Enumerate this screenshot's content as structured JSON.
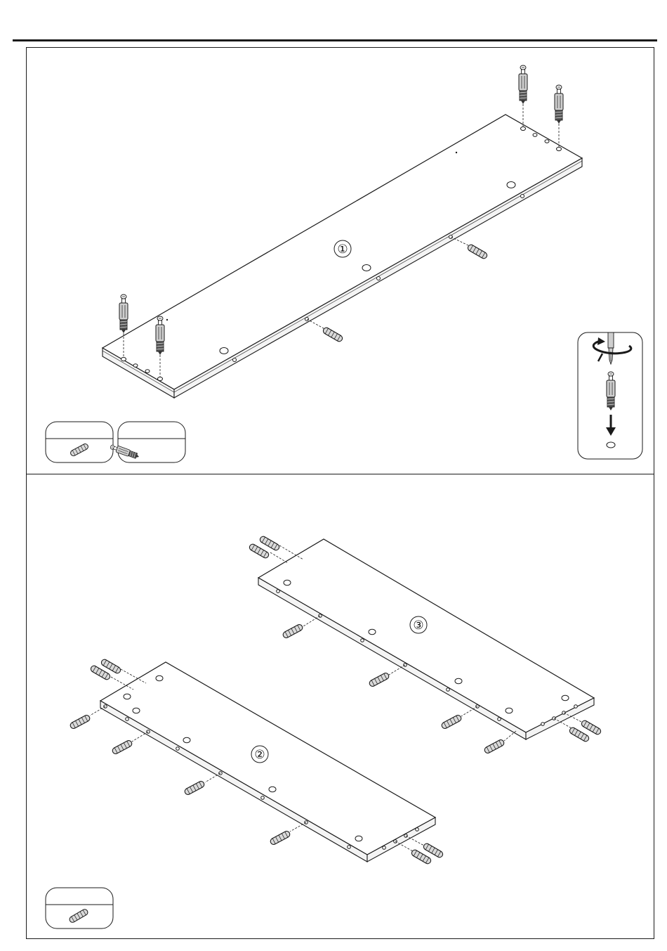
{
  "figure": {
    "type": "assembly-instruction",
    "steps": [
      {
        "panel": "upper",
        "boards": [
          {
            "label": "①"
          }
        ],
        "hardware": [
          "wooden-dowel",
          "cam-bolt",
          "screwdriver-rotate-icon"
        ]
      },
      {
        "panel": "lower",
        "boards": [
          {
            "label": "②"
          },
          {
            "label": "③"
          }
        ],
        "hardware": [
          "wooden-dowel"
        ]
      }
    ]
  },
  "legend_upper": {
    "parts": [
      {
        "part": "wooden-dowel",
        "quantity": ""
      },
      {
        "part": "cam-bolt",
        "quantity": ""
      }
    ]
  },
  "legend_lower": {
    "parts": [
      {
        "part": "wooden-dowel",
        "quantity": ""
      }
    ]
  },
  "detail": {
    "action": "rotate-clockwise-then-insert",
    "icons": [
      "rotate-arrow-icon",
      "screwdriver-icon",
      "cam-bolt-icon",
      "down-arrow-icon",
      "hole-icon"
    ]
  },
  "colors": {
    "line": "#1a1a1a",
    "board_face": "#ffffff",
    "board_edge": "#f4f4f4",
    "dowel_fill": "#d9d9d9",
    "metal_fill": "#cfcfcf"
  }
}
